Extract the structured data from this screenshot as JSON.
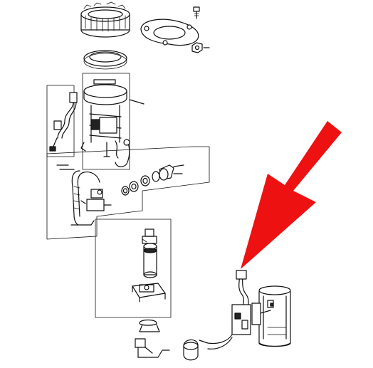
{
  "diagram": {
    "subject": "fuel-pump-assembly-exploded-view",
    "arrow_color": "#ee1111",
    "line_color": "#111111",
    "background": "#ffffff",
    "parts": [
      "fuel-tank-lock-ring",
      "fuel-pump-cover-plate",
      "cover-bolt",
      "cover-nut",
      "seal-ring",
      "fuel-pump-module",
      "pump-wiring-harness",
      "fuel-level-sender-unit",
      "fuel-line-fitting",
      "o-ring",
      "fuel-pump-motor",
      "pump-mounting-bracket",
      "fuel-strainer",
      "assembled-pump-module-photo-view"
    ]
  }
}
